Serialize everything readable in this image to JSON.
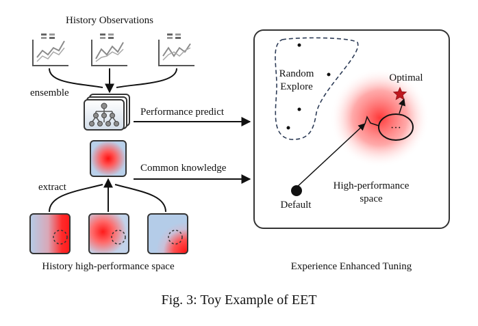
{
  "labels": {
    "history_observations": "History Observations",
    "ensemble": "ensemble",
    "performance_predict": "Performance predict",
    "common_knowledge": "Common knowledge",
    "extract": "extract",
    "history_space": "History high-performance space",
    "experience_enhanced_tuning": "Experience Enhanced Tuning",
    "random_explore_1": "Random",
    "random_explore_2": "Explore",
    "optimal": "Optimal",
    "ellipsis": "···",
    "high_perf_1": "High-performance",
    "high_perf_2": "space",
    "default": "Default"
  },
  "caption": "Fig. 3: Toy Example of EET",
  "colors": {
    "red": "#ff3030",
    "blue": "#b4cce8",
    "star": "#c0181f",
    "panel_border": "#333333",
    "chart_line": "#8a8a8a",
    "node_fill": "#8c8c8c"
  },
  "icons": {
    "history_chart": "line-chart-icon",
    "model": "tree-model-icon",
    "optimal": "star-icon"
  }
}
